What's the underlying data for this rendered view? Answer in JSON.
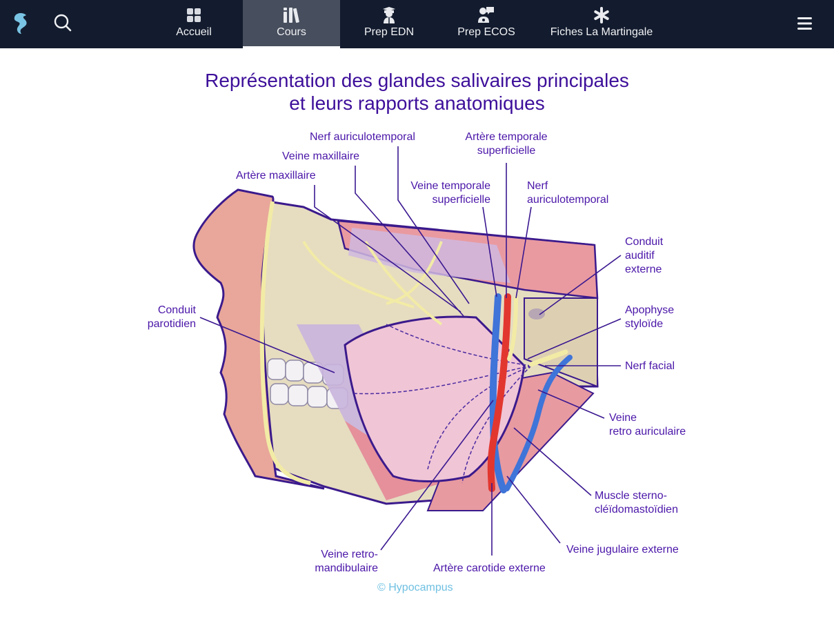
{
  "topbar": {
    "logo": "hypocampus-seahorse-logo",
    "search_icon": "search-icon",
    "menu_icon": "hamburger-menu-icon",
    "tabs": [
      {
        "label": "Accueil",
        "icon": "grid-icon",
        "active": false
      },
      {
        "label": "Cours",
        "icon": "books-icon",
        "active": true
      },
      {
        "label": "Prep EDN",
        "icon": "graduate-icon",
        "active": false
      },
      {
        "label": "Prep ECOS",
        "icon": "doctor-chat-icon",
        "active": false
      },
      {
        "label": "Fiches La Martingale",
        "icon": "asterisk-icon",
        "active": false
      }
    ]
  },
  "figure": {
    "title_line1": "Représentation des glandes salivaires principales",
    "title_line2": "et leurs rapports anatomiques",
    "labels": {
      "nerf_auriculotemporal_top": "Nerf auriculotemporal",
      "veine_maxillaire": "Veine maxillaire",
      "artere_maxillaire": "Artère maxillaire",
      "artere_temporale_1": "Artère temporale",
      "artere_temporale_2": "superficielle",
      "veine_temporale_1": "Veine temporale",
      "veine_temporale_2": "superficielle",
      "nerf_auriculo_1": "Nerf",
      "nerf_auriculo_2": "auriculotemporal",
      "conduit_auditif_1": "Conduit",
      "conduit_auditif_2": "auditif",
      "conduit_auditif_3": "externe",
      "apophyse_1": "Apophyse",
      "apophyse_2": "styloïde",
      "nerf_facial": "Nerf facial",
      "veine_retro_auric_1": "Veine",
      "veine_retro_auric_2": "retro auriculaire",
      "muscle_scm_1": "Muscle sterno-",
      "muscle_scm_2": "cléïdomastoïdien",
      "veine_jugulaire": "Veine jugulaire externe",
      "artere_carotide": "Artère carotide externe",
      "veine_retromand_1": "Veine retro-",
      "veine_retromand_2": "mandibulaire",
      "conduit_parotidien_1": "Conduit",
      "conduit_parotidien_2": "parotidien"
    },
    "copyright": "© Hypocampus",
    "colors": {
      "label_text": "#4a16a8",
      "title_text": "#3d0f9a",
      "leader_line": "#3a1890",
      "artery": "#e2372f",
      "vein": "#3f74d8",
      "nerve": "#f2ec9a",
      "gland": "#f0c6d6",
      "bone": "#e8dcc0",
      "skin": "#e6a196",
      "muscle": "#e58f96"
    }
  }
}
